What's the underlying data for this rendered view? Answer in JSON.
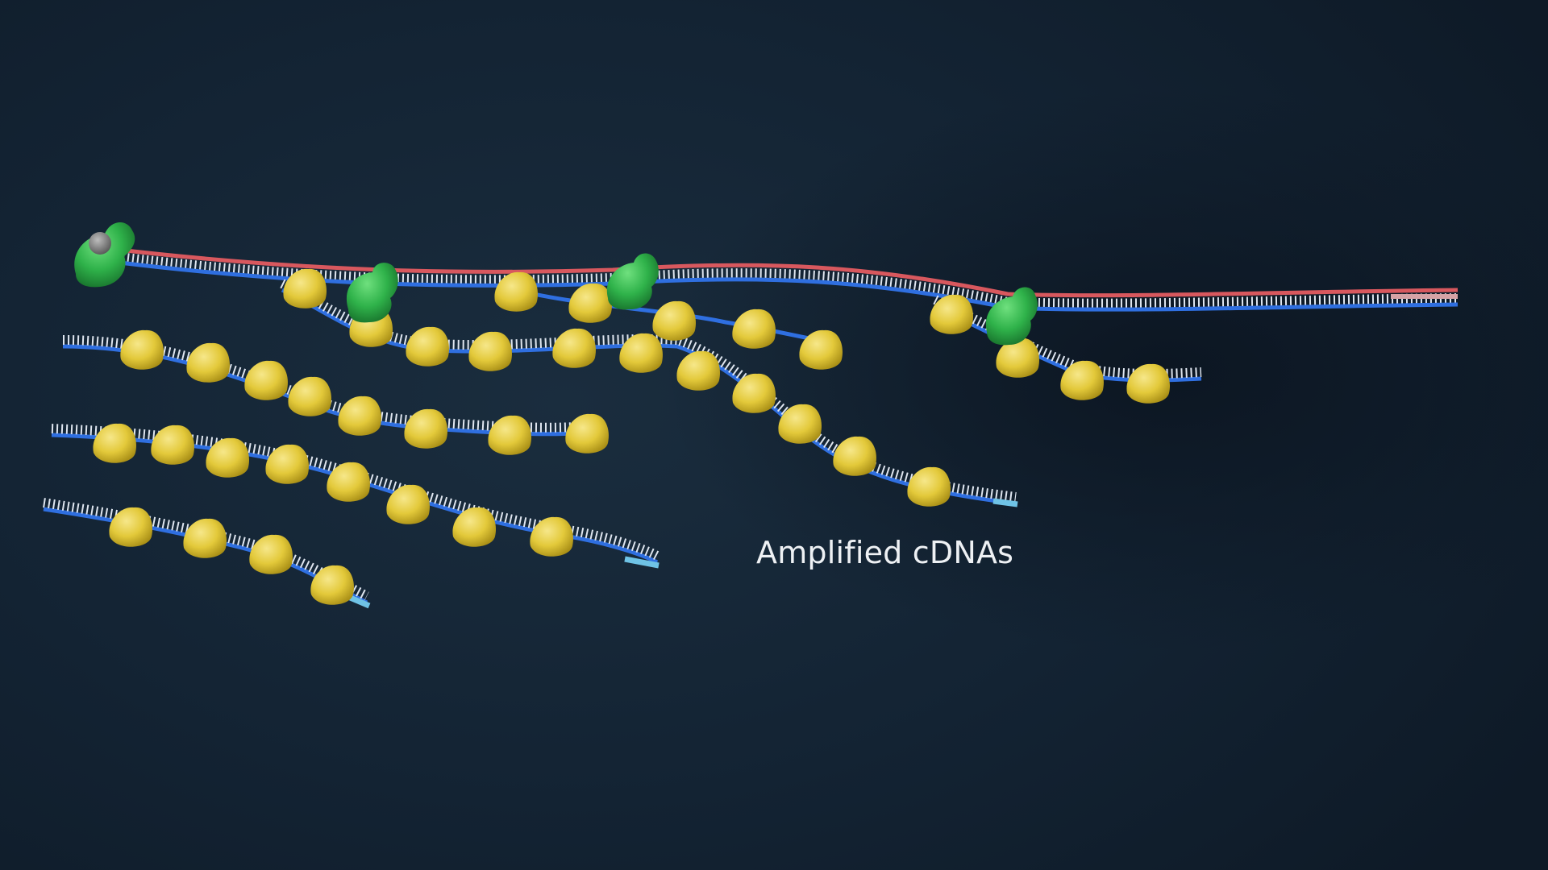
{
  "scene": {
    "caption": "Amplified cDNAs",
    "colors": {
      "background": "#152636",
      "rna_template_strand": "#d8585e",
      "cdna_strand": "#2f6fe0",
      "primer_segment": "#6fc3e6",
      "polymerase_enzyme": "#2bb44a",
      "bound_protein": "#e6cf3a",
      "cap_structure": "#8a8a8a"
    },
    "icons": [
      "polymerase-blob",
      "binding-protein-blob",
      "cap-sphere"
    ]
  }
}
